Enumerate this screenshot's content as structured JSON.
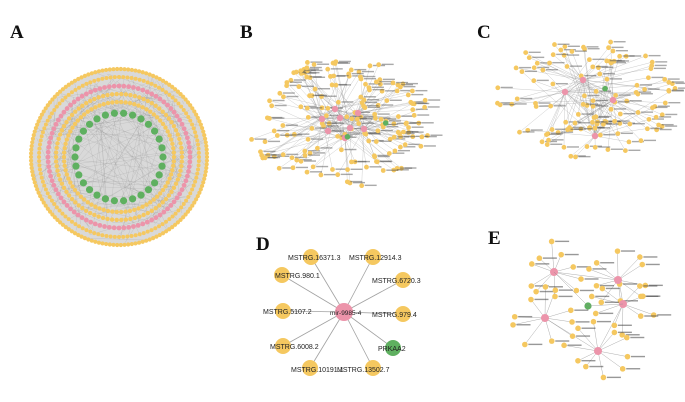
{
  "panels": [
    {
      "label": "A"
    },
    {
      "label": "B"
    },
    {
      "label": "C"
    },
    {
      "label": "D"
    },
    {
      "label": "E"
    }
  ],
  "colors": {
    "gene": "#f5c860",
    "mirna": "#ec94aa",
    "target": "#5fb060",
    "edge": "#8a8a8a"
  },
  "panel_d": {
    "hub": "mir-9985-4",
    "spokes": [
      "MSTRG.16371.3",
      "MSTRG.12914.3",
      "MSTRG.980.1",
      "MSTRG.6720.3",
      "MSTRG.5107.2",
      "MSTRG.979.4",
      "MSTRG.6008.2",
      "PRKAA2",
      "MSTRG.10191.1",
      "MSTRG.13502.7"
    ],
    "target_node": "PRKAA2"
  }
}
